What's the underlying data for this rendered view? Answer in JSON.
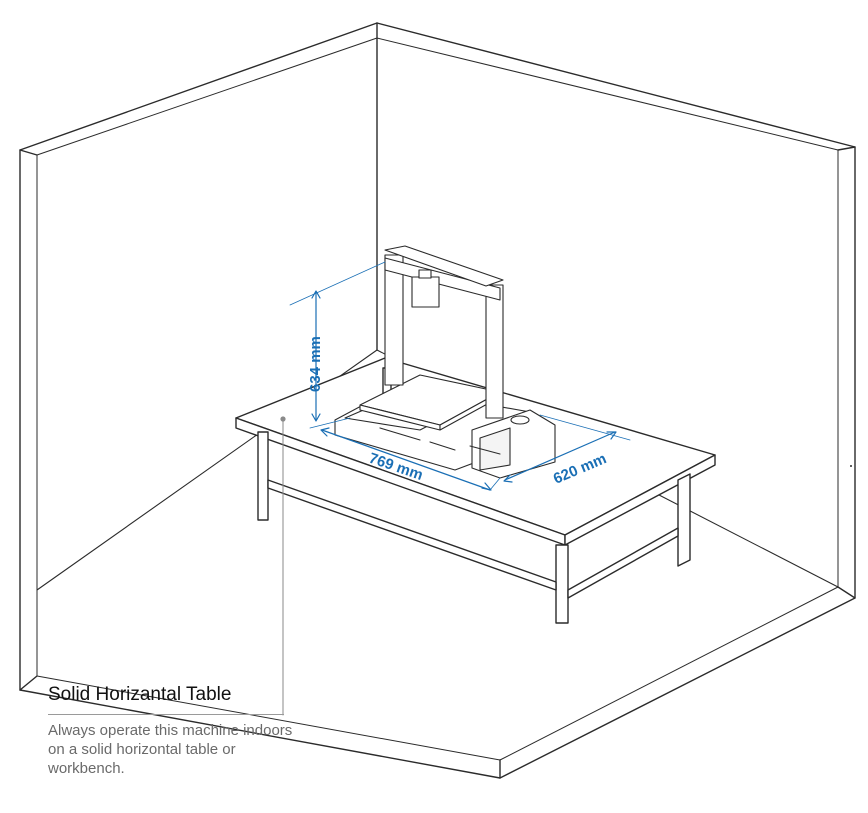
{
  "dimensions": {
    "height": "634 mm",
    "width": "769 mm",
    "depth": "620 mm"
  },
  "callout": {
    "title": "Solid Horizantal Table",
    "description": "Always operate this machine indoors on a solid horizontal table or workbench."
  },
  "colors": {
    "dimension": "#1a6fb5",
    "line": "#2b2b2b",
    "leader": "#8a8a8a"
  },
  "icons": [
    "room-outline",
    "workbench",
    "3d-printer"
  ]
}
